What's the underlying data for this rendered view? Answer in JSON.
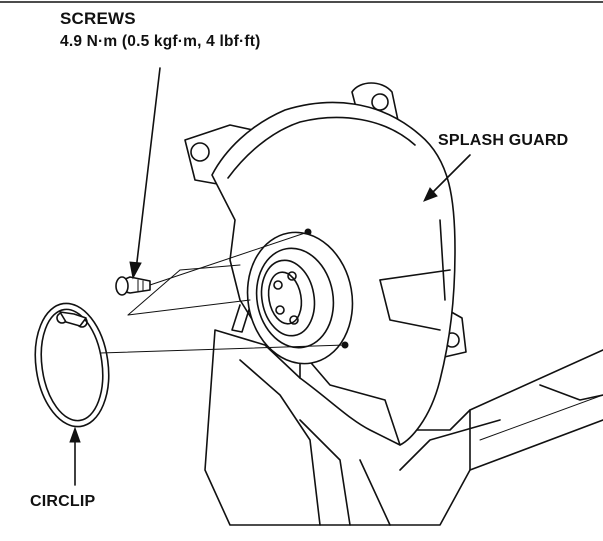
{
  "labels": {
    "screws_title": "SCREWS",
    "screws_torque": "4.9 N·m (0.5 kgf·m, 4 lbf·ft)",
    "splash_guard": "SPLASH GUARD",
    "circlip": "CIRCLIP"
  },
  "icons": {
    "arrow": "arrow-icon"
  },
  "colors": {
    "ink": "#111111",
    "paper": "#ffffff"
  }
}
